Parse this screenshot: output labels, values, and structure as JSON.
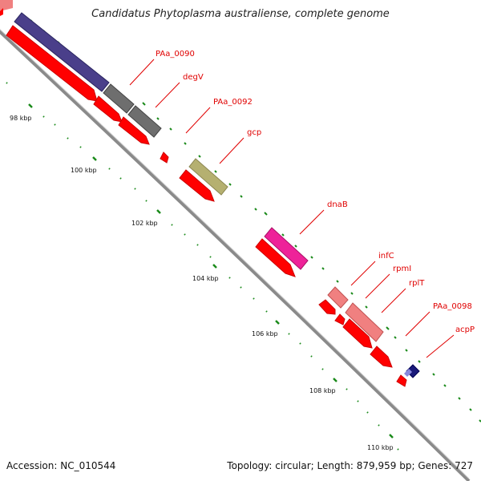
{
  "header": {
    "title": "Candidatus Phytoplasma australiense, complete genome"
  },
  "footer": {
    "accession": "Accession: NC_010544",
    "summary": "Topology: circular; Length: 879,959 bp; Genes: 727"
  },
  "ruler": {
    "ticks": [
      {
        "label": "98 kbp"
      },
      {
        "label": "100 kbp"
      },
      {
        "label": "102 kbp"
      },
      {
        "label": "104 kbp"
      },
      {
        "label": "106 kbp"
      },
      {
        "label": "108 kbp"
      },
      {
        "label": "110 kbp"
      }
    ]
  },
  "genes": [
    {
      "label": "PAa_0090"
    },
    {
      "label": "degV"
    },
    {
      "label": "PAa_0092"
    },
    {
      "label": "gcp"
    },
    {
      "label": "dnaB"
    },
    {
      "label": "infC"
    },
    {
      "label": "rpmI"
    },
    {
      "label": "rplT"
    },
    {
      "label": "PAa_0098"
    },
    {
      "label": "acpP"
    }
  ],
  "colors": {
    "backbone": "#8a8a8a",
    "cds": "#ff0000",
    "tick": "#1a8a1a",
    "label": "#e00000",
    "purple": "#4a3f8a",
    "dark_grey": "#6e6e6e",
    "olive": "#b5b070",
    "magenta": "#ee2299",
    "pink": "#f08080",
    "navy": "#1a1a7a"
  }
}
